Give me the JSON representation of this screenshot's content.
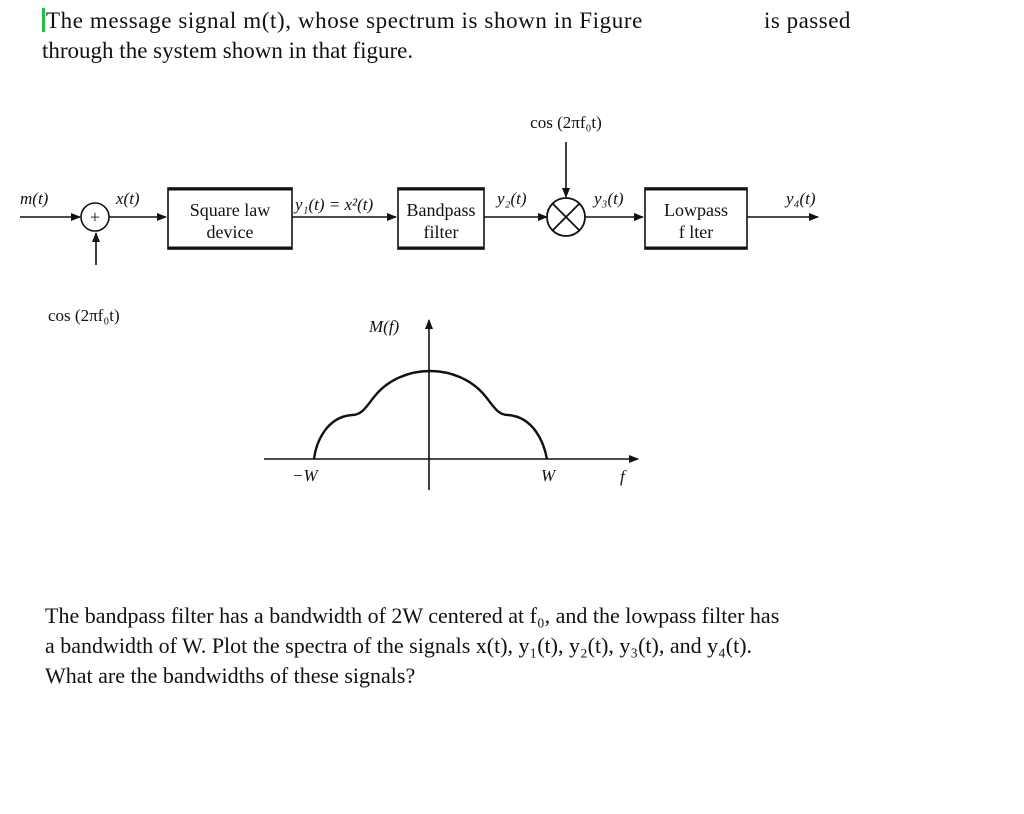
{
  "intro": {
    "line1": "The message signal m(t), whose spectrum is shown in Figure",
    "line1_tail": "is passed",
    "line2": "through the system shown in that figure."
  },
  "diagram": {
    "input_label": "m(t)",
    "adder_symbol": "+",
    "adder_out_label": "x(t)",
    "adder_carrier_label": "cos (2πf₀t)",
    "square_law_box": [
      "Square law",
      "device"
    ],
    "y1_label": "y₁(t) = x²(t)",
    "bandpass_box": [
      "Bandpass",
      "filter"
    ],
    "y2_label": "y₂(t)",
    "mixer_carrier_label": "cos (2πf₀t)",
    "y3_label": "y₃(t)",
    "lowpass_box": [
      "Lowpass",
      "f lter"
    ],
    "y4_label": "y₄(t)"
  },
  "spectrum": {
    "title": "M(f)",
    "left_tick": "−W",
    "right_tick": "W",
    "axis_label": "f"
  },
  "question": {
    "line1": "The bandpass filter has a bandwidth of 2W centered at f₀, and the lowpass filter has",
    "line2": "a bandwidth of W. Plot the spectra of the signals x(t), y₁(t), y₂(t), y₃(t), and y₄(t).",
    "line3": "What are the bandwidths of these signals?"
  }
}
